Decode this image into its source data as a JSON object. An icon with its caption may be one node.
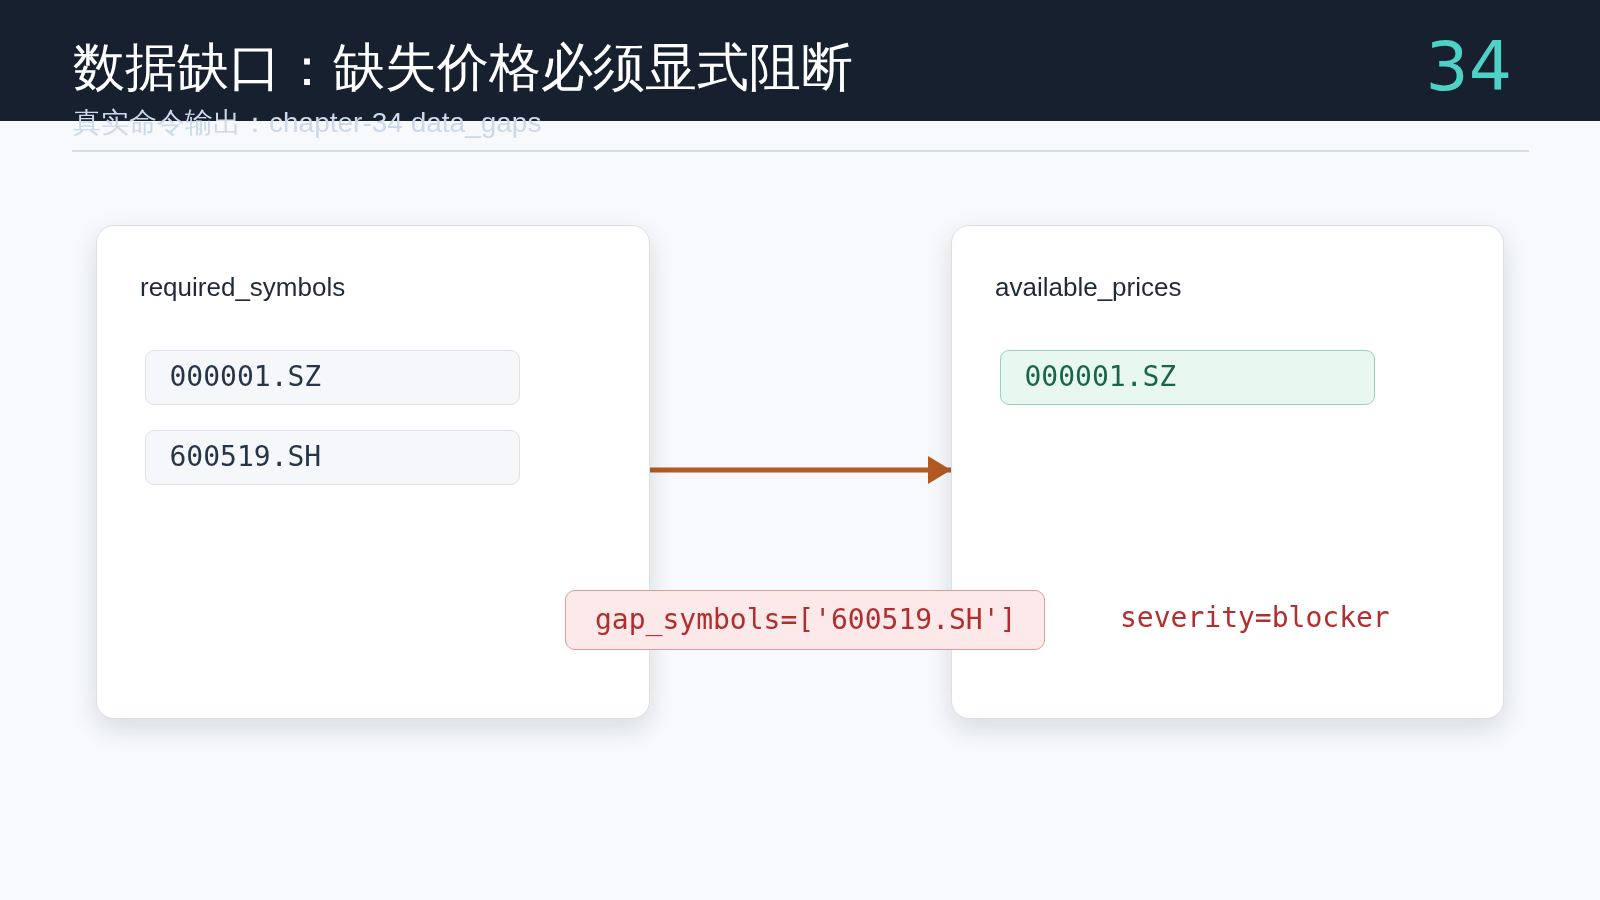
{
  "diagram": {
    "title": "数据缺口：缺失价格必须显式阻断",
    "nodes": [
      {
        "text": [
          "required_symbols"
        ]
      },
      {
        "text": [
          "000001.SZ"
        ],
        "in": 0
      },
      {
        "text": [
          "600519.SH"
        ],
        "in": 0
      },
      {
        "text": [
          "available_prices"
        ]
      },
      {
        "text": [
          "000001.SZ"
        ],
        "in": 3
      },
      {
        "text": [
          "gap_symbols=['600519.SH']"
        ]
      }
    ],
    "edges": [
      {
        "from": 0,
        "to": 3,
        "arrow": "to"
      }
    ],
    "labels": [
      "34",
      "真实命令输出：chapter-34 data_gaps",
      "severity=blocker"
    ]
  }
}
